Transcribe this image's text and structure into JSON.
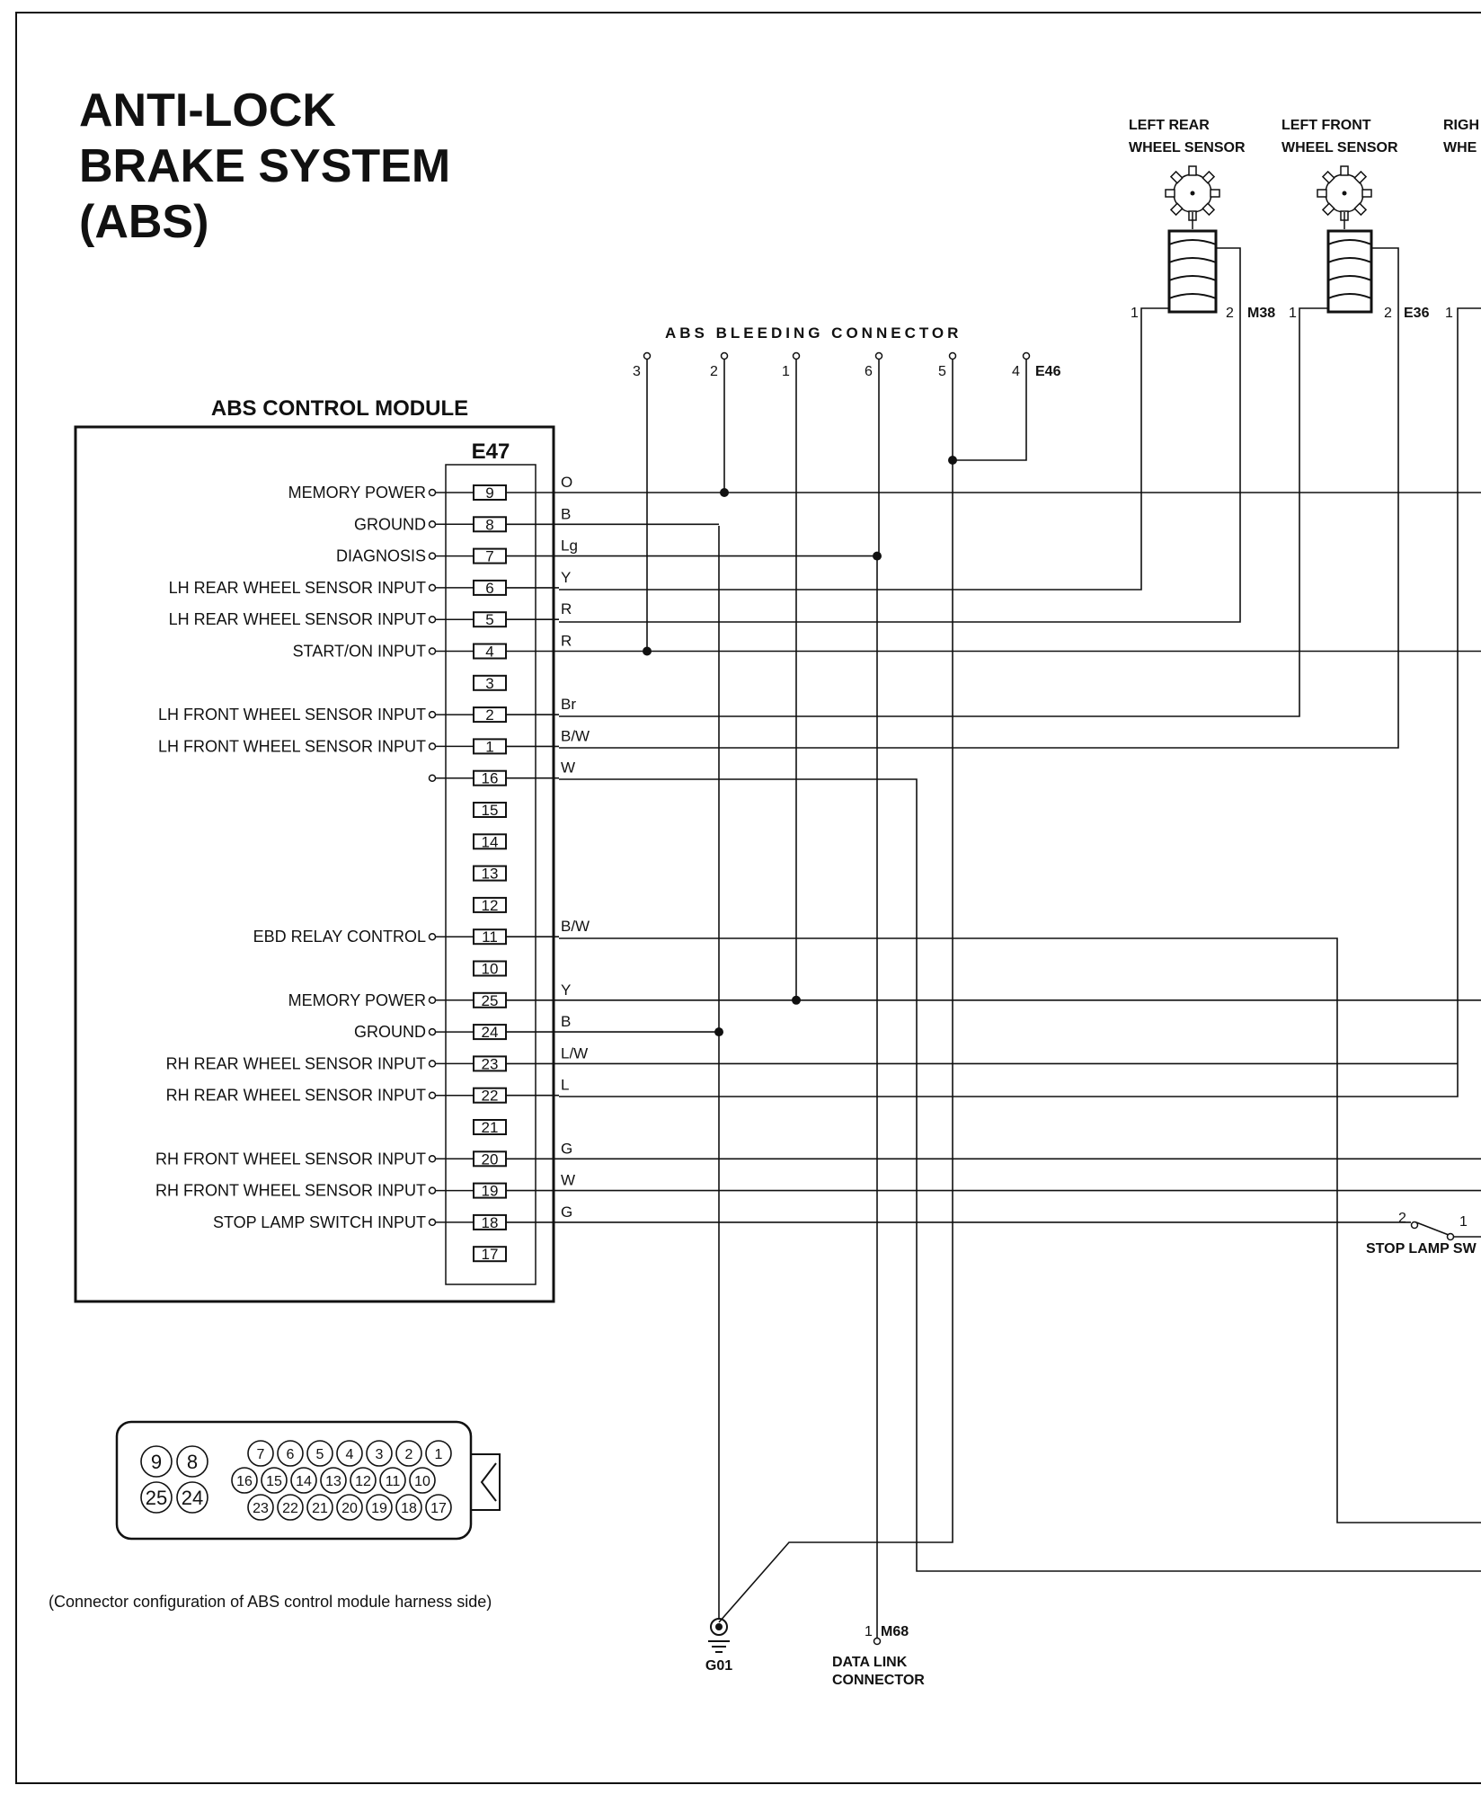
{
  "title_lines": [
    "ANTI-LOCK",
    "BRAKE SYSTEM",
    "(ABS)"
  ],
  "module": {
    "title": "ABS CONTROL MODULE",
    "connector": "E47",
    "pins": [
      {
        "pin": "9",
        "label": "MEMORY POWER",
        "wire": "O"
      },
      {
        "pin": "8",
        "label": "GROUND",
        "wire": "B"
      },
      {
        "pin": "7",
        "label": "DIAGNOSIS",
        "wire": "Lg"
      },
      {
        "pin": "6",
        "label": "LH REAR WHEEL SENSOR INPUT",
        "wire": "Y"
      },
      {
        "pin": "5",
        "label": "LH REAR WHEEL SENSOR INPUT",
        "wire": "R"
      },
      {
        "pin": "4",
        "label": "START/ON INPUT",
        "wire": "R"
      },
      {
        "pin": "3",
        "label": "",
        "wire": ""
      },
      {
        "pin": "2",
        "label": "LH FRONT WHEEL SENSOR INPUT",
        "wire": "Br"
      },
      {
        "pin": "1",
        "label": "LH FRONT WHEEL SENSOR INPUT",
        "wire": "B/W"
      },
      {
        "pin": "16",
        "label": "",
        "wire": "W"
      },
      {
        "pin": "15",
        "label": "",
        "wire": ""
      },
      {
        "pin": "14",
        "label": "",
        "wire": ""
      },
      {
        "pin": "13",
        "label": "",
        "wire": ""
      },
      {
        "pin": "12",
        "label": "",
        "wire": ""
      },
      {
        "pin": "11",
        "label": "EBD RELAY CONTROL",
        "wire": "B/W"
      },
      {
        "pin": "10",
        "label": "",
        "wire": ""
      },
      {
        "pin": "25",
        "label": "MEMORY POWER",
        "wire": "Y"
      },
      {
        "pin": "24",
        "label": "GROUND",
        "wire": "B"
      },
      {
        "pin": "23",
        "label": "RH REAR WHEEL SENSOR INPUT",
        "wire": "L/W"
      },
      {
        "pin": "22",
        "label": "RH REAR WHEEL SENSOR INPUT",
        "wire": "L"
      },
      {
        "pin": "21",
        "label": "",
        "wire": ""
      },
      {
        "pin": "20",
        "label": "RH FRONT WHEEL SENSOR INPUT",
        "wire": "G"
      },
      {
        "pin": "19",
        "label": "RH FRONT WHEEL SENSOR INPUT",
        "wire": "W"
      },
      {
        "pin": "18",
        "label": "STOP LAMP SWITCH INPUT",
        "wire": "G"
      },
      {
        "pin": "17",
        "label": "",
        "wire": ""
      }
    ]
  },
  "bleeding_connector": {
    "title": "ABS BLEEDING CONNECTOR",
    "id": "E46",
    "pins": [
      "3",
      "2",
      "1",
      "6",
      "5",
      "4"
    ]
  },
  "sensors": {
    "left_rear": {
      "line1": "LEFT REAR",
      "line2": "WHEEL SENSOR",
      "id": "M38",
      "pin_a": "1",
      "pin_b": "2"
    },
    "left_front": {
      "line1": "LEFT FRONT",
      "line2": "WHEEL SENSOR",
      "id": "E36",
      "pin_a": "1",
      "pin_b": "2"
    },
    "right_partial": {
      "line1": "RIGH",
      "line2": "WHE",
      "pin_a": "1"
    }
  },
  "stop_lamp": {
    "label": "STOP LAMP SW",
    "pin_a": "2",
    "pin_b": "1"
  },
  "ground": {
    "id": "G01"
  },
  "data_link": {
    "pin": "1",
    "id": "M68",
    "line1": "DATA LINK",
    "line2": "CONNECTOR"
  },
  "connector_face": {
    "rows_left": [
      [
        "9",
        "8"
      ],
      [
        "25",
        "24"
      ]
    ],
    "row1": [
      "7",
      "6",
      "5",
      "4",
      "3",
      "2",
      "1"
    ],
    "row2": [
      "16",
      "15",
      "14",
      "13",
      "12",
      "11",
      "10"
    ],
    "row3": [
      "23",
      "22",
      "21",
      "20",
      "19",
      "18",
      "17"
    ],
    "caption": "(Connector configuration of ABS control module harness side)"
  }
}
